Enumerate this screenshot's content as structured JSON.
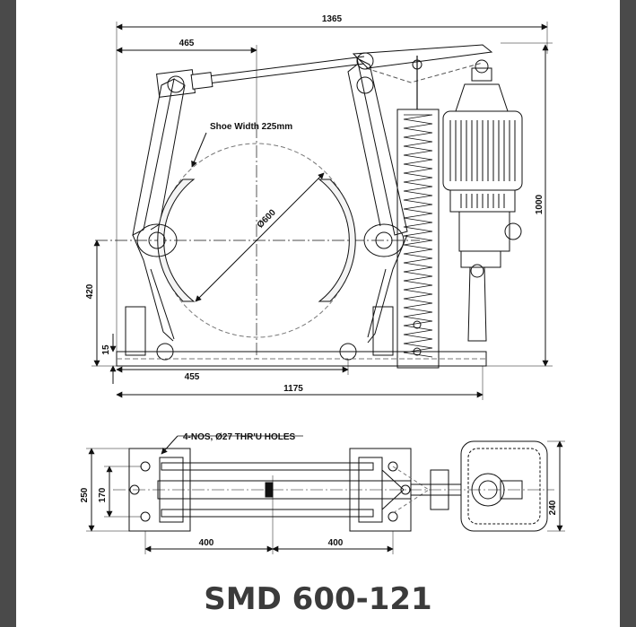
{
  "drawing": {
    "shoe_width_note": "Shoe Width 225mm",
    "holes_note": "4-NOS, Ø27 THR'U HOLES",
    "dimensions": {
      "overall_width": "1365",
      "arm_centre": "465",
      "overall_height": "1000",
      "drum_diameter": "Ø600",
      "centre_height": "420",
      "base_thickness": "15",
      "base_centres": "455",
      "base_length": "1175",
      "base_width_outer": "250",
      "base_width_inner": "170",
      "thruster_width": "240",
      "bolt_pitch_left": "400",
      "bolt_pitch_right": "400"
    }
  },
  "title": "SMD 600-121",
  "colors": {
    "line": "#111111",
    "hidden": "#555555",
    "frame": "#4a4a4a",
    "title": "#3b3b3b"
  }
}
